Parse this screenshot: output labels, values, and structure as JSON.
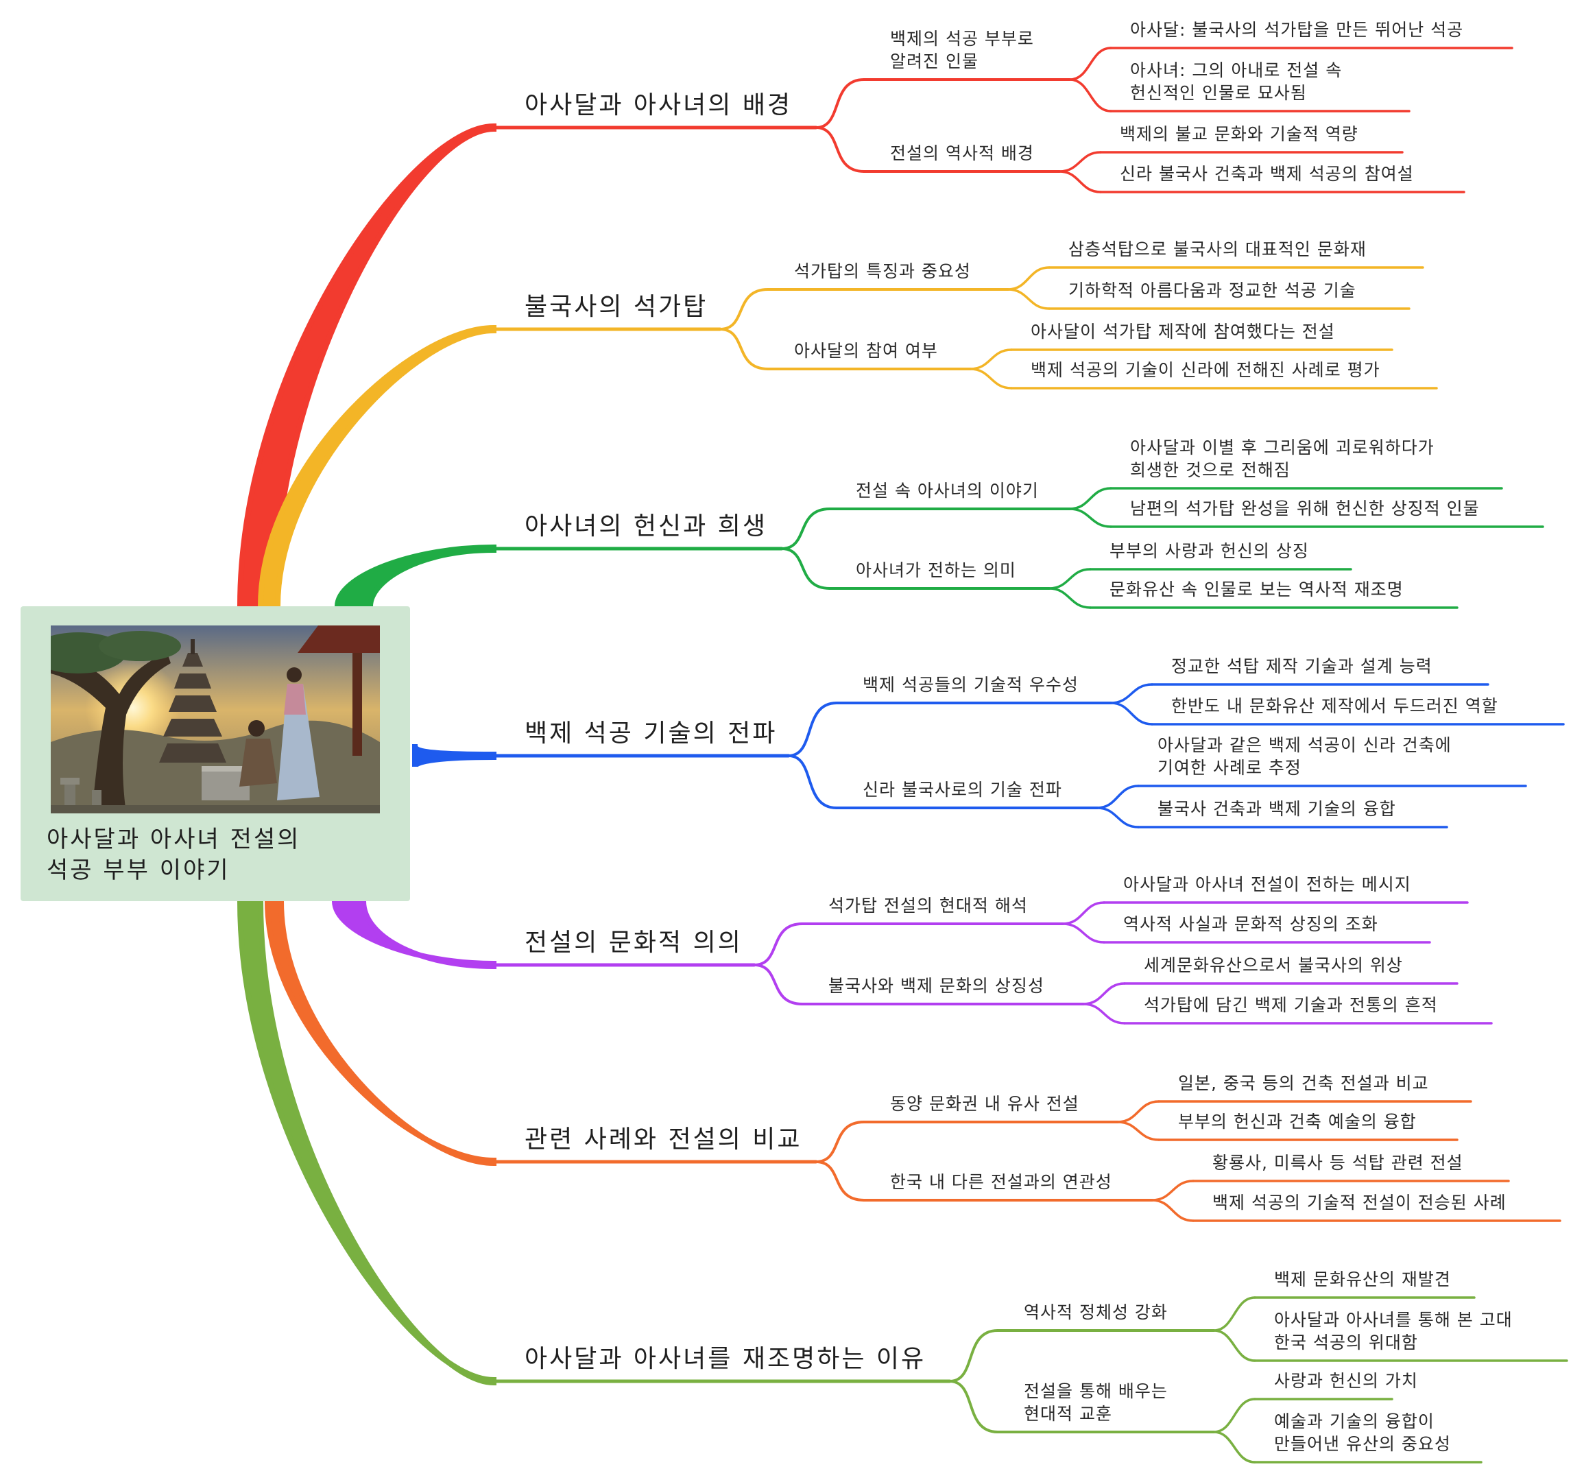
{
  "root": {
    "title": "아사달과 아사녀 전설의\n석공 부부 이야기"
  },
  "colors": {
    "red": "#f23b2f",
    "yellow": "#f3b527",
    "green": "#20ac45",
    "blue": "#1e5bee",
    "purple": "#b23ff0",
    "orange": "#f26b2c",
    "olive": "#79b041"
  },
  "branches": [
    {
      "label": "아사달과 아사녀의 배경",
      "color": "#f23b2f",
      "subs": [
        {
          "label": "백제의 석공 부부로\n알려진 인물",
          "leaves": [
            "아사달: 불국사의 석가탑을 만든 뛰어난 석공",
            "아사녀: 그의 아내로 전설 속\n헌신적인 인물로 묘사됨"
          ]
        },
        {
          "label": "전설의 역사적 배경",
          "leaves": [
            "백제의 불교 문화와 기술적 역량",
            "신라 불국사 건축과 백제 석공의 참여설"
          ]
        }
      ]
    },
    {
      "label": "불국사의 석가탑",
      "color": "#f3b527",
      "subs": [
        {
          "label": "석가탑의 특징과 중요성",
          "leaves": [
            "삼층석탑으로 불국사의 대표적인 문화재",
            "기하학적 아름다움과 정교한 석공 기술"
          ]
        },
        {
          "label": "아사달의 참여 여부",
          "leaves": [
            "아사달이 석가탑 제작에 참여했다는 전설",
            "백제 석공의 기술이 신라에 전해진 사례로 평가"
          ]
        }
      ]
    },
    {
      "label": "아사녀의 헌신과 희생",
      "color": "#20ac45",
      "subs": [
        {
          "label": "전설 속 아사녀의 이야기",
          "leaves": [
            "아사달과 이별 후 그리움에 괴로워하다가\n희생한 것으로 전해짐",
            "남편의 석가탑 완성을 위해 헌신한 상징적 인물"
          ]
        },
        {
          "label": "아사녀가 전하는 의미",
          "leaves": [
            "부부의 사랑과 헌신의 상징",
            "문화유산 속 인물로 보는 역사적 재조명"
          ]
        }
      ]
    },
    {
      "label": "백제 석공 기술의 전파",
      "color": "#1e5bee",
      "subs": [
        {
          "label": "백제 석공들의 기술적 우수성",
          "leaves": [
            "정교한 석탑 제작 기술과 설계 능력",
            "한반도 내 문화유산 제작에서 두드러진 역할"
          ]
        },
        {
          "label": "신라 불국사로의 기술 전파",
          "leaves": [
            "아사달과 같은 백제 석공이 신라 건축에\n기여한 사례로 추정",
            "불국사 건축과 백제 기술의 융합"
          ]
        }
      ]
    },
    {
      "label": "전설의 문화적 의의",
      "color": "#b23ff0",
      "subs": [
        {
          "label": "석가탑 전설의 현대적 해석",
          "leaves": [
            "아사달과 아사녀 전설이 전하는 메시지",
            "역사적 사실과 문화적 상징의 조화"
          ]
        },
        {
          "label": "불국사와 백제 문화의 상징성",
          "leaves": [
            "세계문화유산으로서 불국사의 위상",
            "석가탑에 담긴 백제 기술과 전통의 흔적"
          ]
        }
      ]
    },
    {
      "label": "관련 사례와 전설의 비교",
      "color": "#f26b2c",
      "subs": [
        {
          "label": "동양 문화권 내 유사 전설",
          "leaves": [
            "일본, 중국 등의 건축 전설과 비교",
            "부부의 헌신과 건축 예술의 융합"
          ]
        },
        {
          "label": "한국 내 다른 전설과의 연관성",
          "leaves": [
            "황룡사, 미륵사 등 석탑 관련 전설",
            "백제 석공의 기술적 전설이 전승된 사례"
          ]
        }
      ]
    },
    {
      "label": "아사달과 아사녀를 재조명하는 이유",
      "color": "#79b041",
      "subs": [
        {
          "label": "역사적 정체성 강화",
          "leaves": [
            "백제 문화유산의 재발견",
            "아사달과 아사녀를 통해 본 고대\n한국 석공의 위대함"
          ]
        },
        {
          "label": "전설을 통해 배우는\n현대적 교훈",
          "leaves": [
            "사랑과 헌신의 가치",
            "예술과 기술의 융합이\n만들어낸 유산의 중요성"
          ]
        }
      ]
    }
  ]
}
